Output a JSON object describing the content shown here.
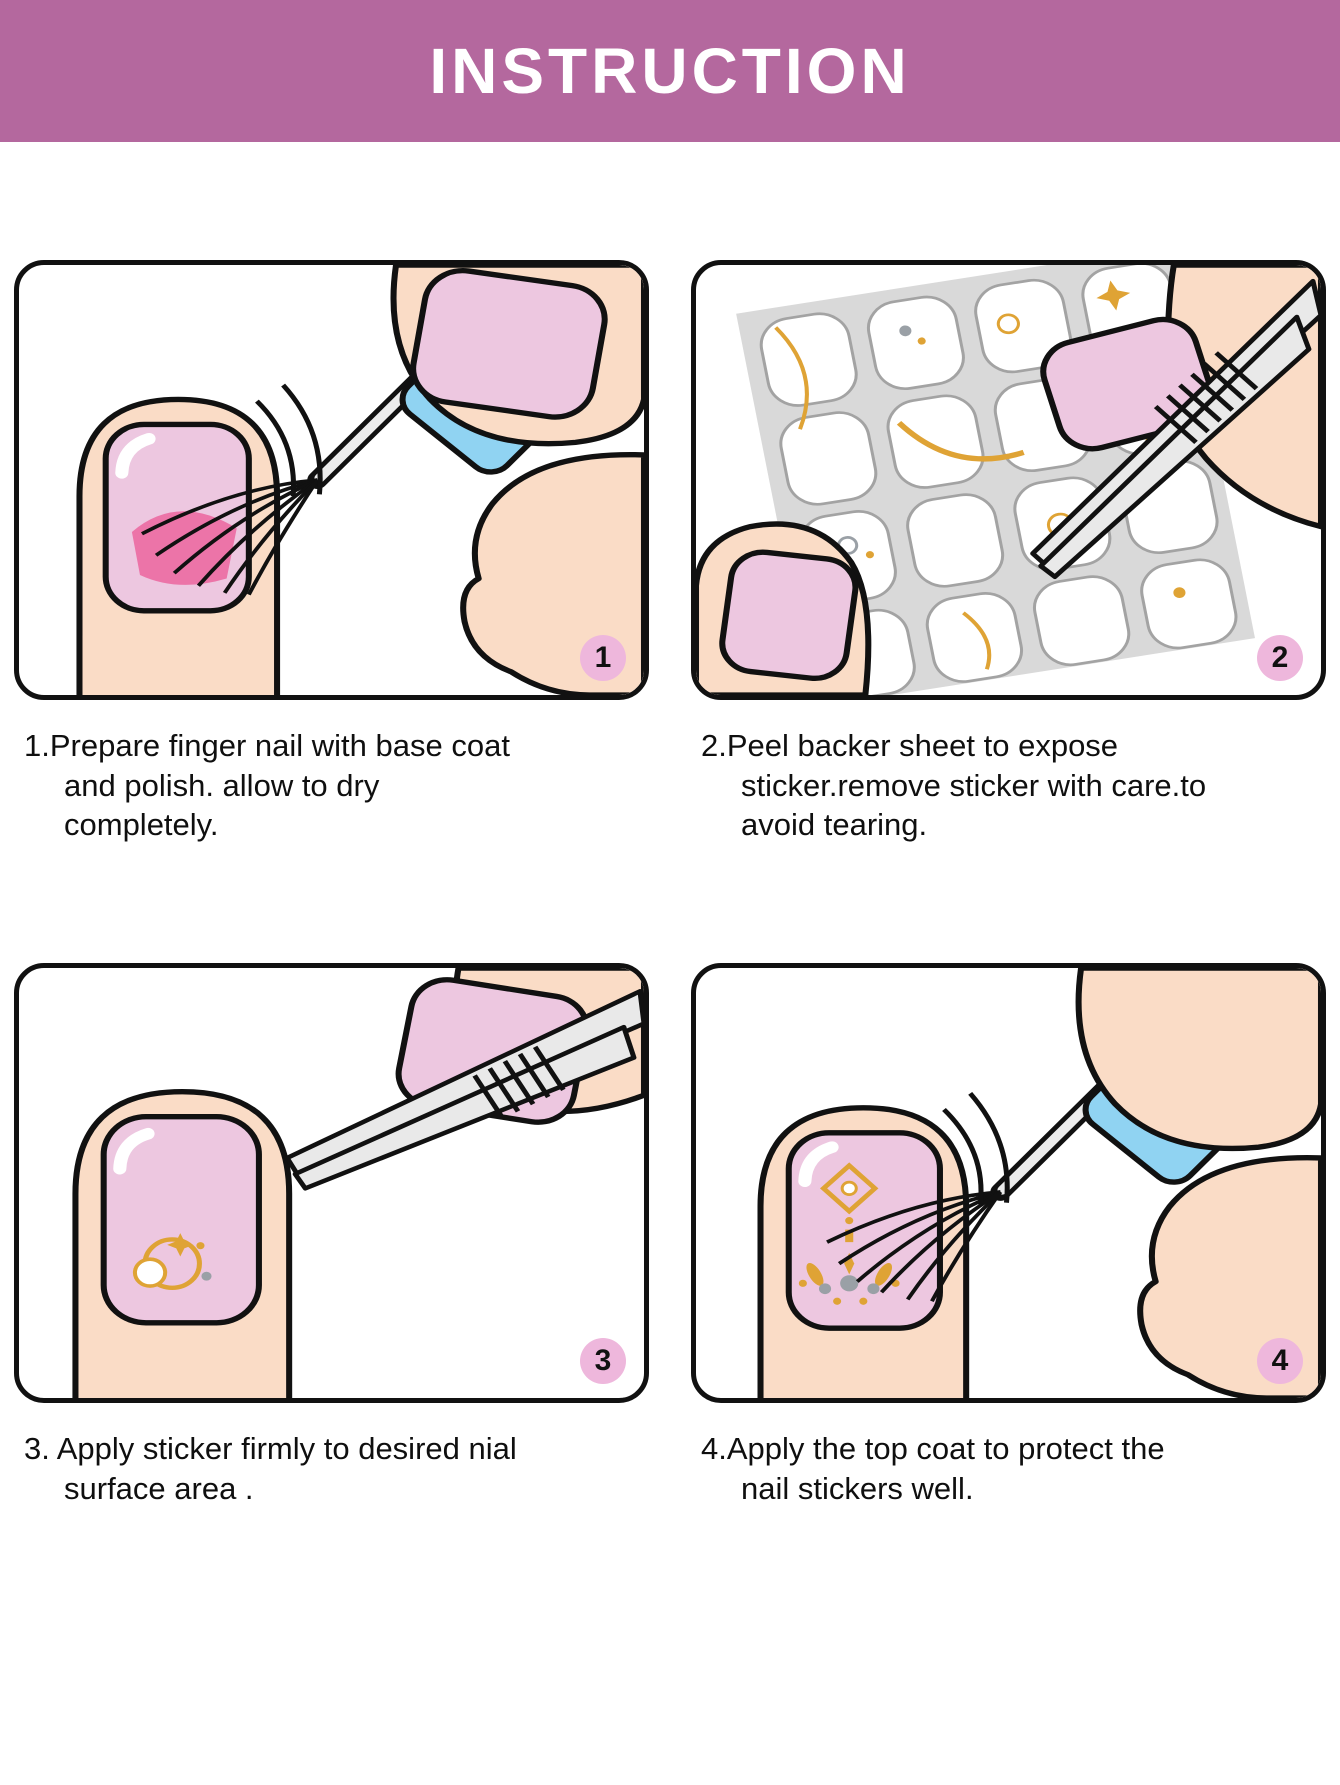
{
  "header": {
    "title": "INSTRUCTION"
  },
  "steps": [
    {
      "badge": "1",
      "caption": "1.Prepare finger nail with base coat and polish. allow to dry completely."
    },
    {
      "badge": "2",
      "caption": "2.Peel backer sheet to expose sticker.remove sticker with care.to avoid tearing."
    },
    {
      "badge": "3",
      "caption": "3. Apply sticker firmly to desired nial surface area ."
    },
    {
      "badge": "4",
      "caption": "4.Apply the top coat to protect the nail stickers well."
    }
  ],
  "colors": {
    "header_bg": "#b4689e",
    "badge_bg": "#eeb7dc",
    "nail_pink": "#edc7e0",
    "polish_dark_pink": "#ec74a8",
    "skin": "#fadcc6",
    "brush_cap_blue": "#90d3f2",
    "gold_accent": "#dfa335",
    "sheet_gray": "#d9d9d9"
  }
}
